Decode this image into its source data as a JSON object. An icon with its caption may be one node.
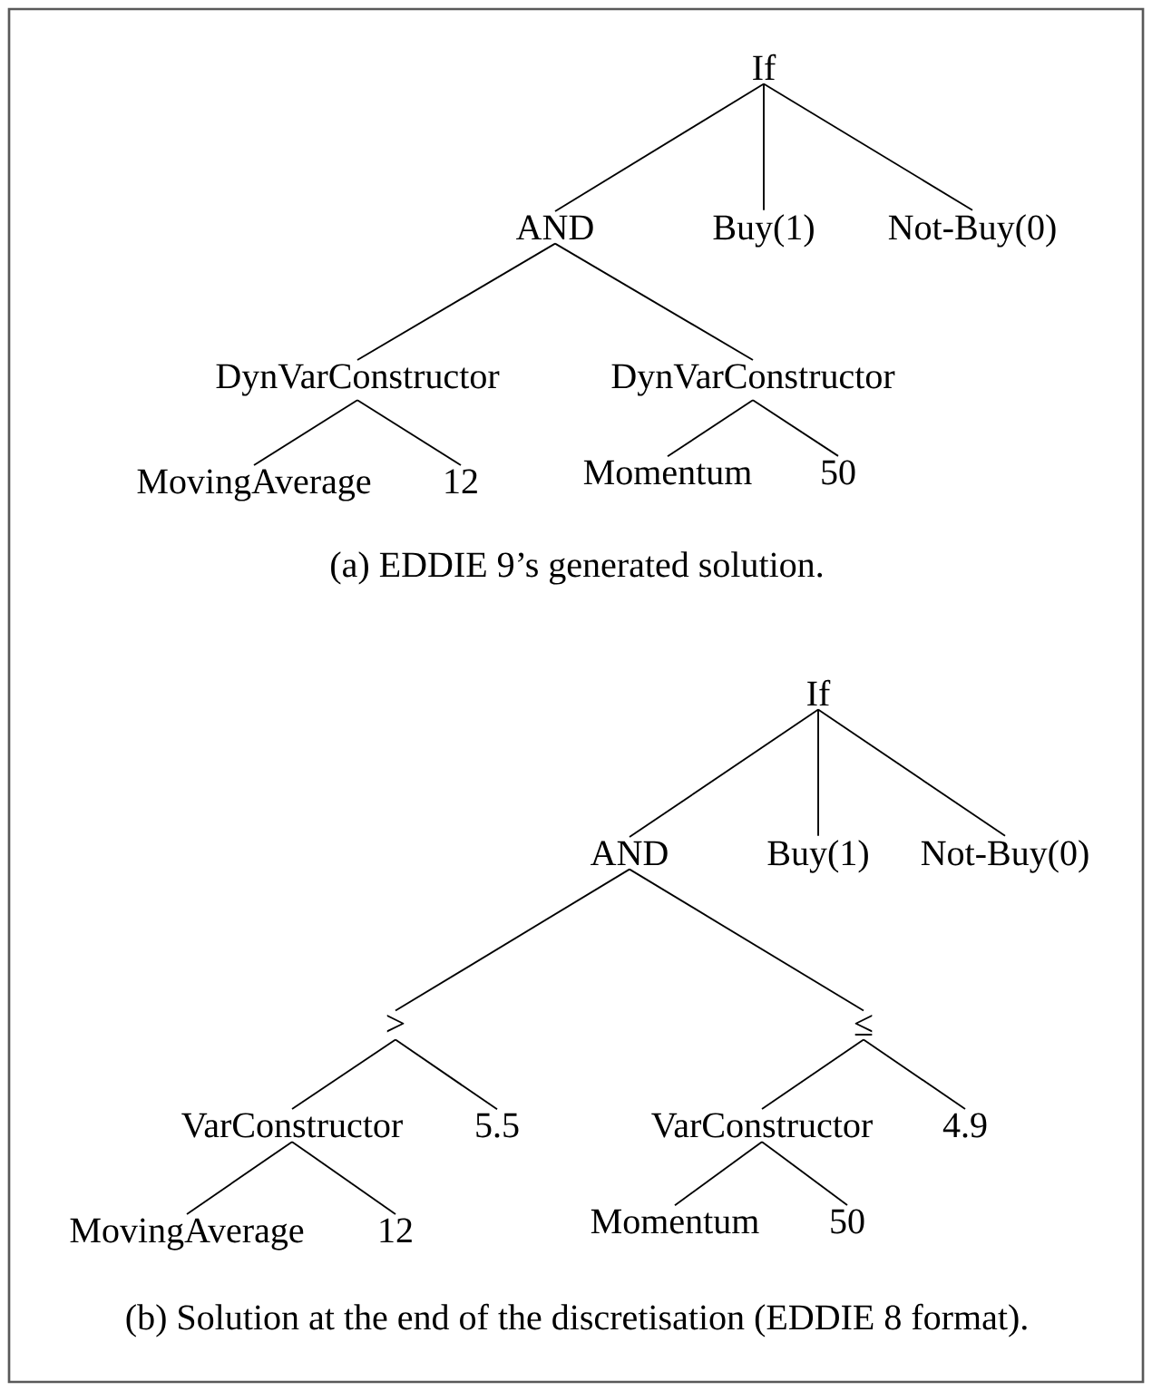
{
  "diagram": {
    "nodes": [
      {
        "text": [
          "If"
        ]
      },
      {
        "text": [
          "AND"
        ]
      },
      {
        "text": [
          "Buy(1)"
        ]
      },
      {
        "text": [
          "Not-Buy(0)"
        ]
      },
      {
        "text": [
          "DynVarConstructor"
        ]
      },
      {
        "text": [
          "DynVarConstructor"
        ]
      },
      {
        "text": [
          "MovingAverage"
        ]
      },
      {
        "text": [
          "12"
        ]
      },
      {
        "text": [
          "Momentum"
        ]
      },
      {
        "text": [
          "50"
        ]
      },
      {
        "text": [
          "If"
        ]
      },
      {
        "text": [
          "AND"
        ]
      },
      {
        "text": [
          "Buy(1)"
        ]
      },
      {
        "text": [
          "Not-Buy(0)"
        ]
      },
      {
        "text": [
          ">"
        ]
      },
      {
        "text": [
          "≤"
        ]
      },
      {
        "text": [
          "VarConstructor"
        ]
      },
      {
        "text": [
          "5.5"
        ]
      },
      {
        "text": [
          "VarConstructor"
        ]
      },
      {
        "text": [
          "4.9"
        ]
      },
      {
        "text": [
          "MovingAverage"
        ]
      },
      {
        "text": [
          "12"
        ]
      },
      {
        "text": [
          "Momentum"
        ]
      },
      {
        "text": [
          "50"
        ]
      }
    ],
    "edges": [
      {
        "from": 0,
        "to": 1,
        "arrow": "none"
      },
      {
        "from": 0,
        "to": 2,
        "arrow": "none"
      },
      {
        "from": 0,
        "to": 3,
        "arrow": "none"
      },
      {
        "from": 1,
        "to": 4,
        "arrow": "none"
      },
      {
        "from": 1,
        "to": 5,
        "arrow": "none"
      },
      {
        "from": 4,
        "to": 6,
        "arrow": "none"
      },
      {
        "from": 4,
        "to": 7,
        "arrow": "none"
      },
      {
        "from": 5,
        "to": 8,
        "arrow": "none"
      },
      {
        "from": 5,
        "to": 9,
        "arrow": "none"
      },
      {
        "from": 10,
        "to": 11,
        "arrow": "none"
      },
      {
        "from": 10,
        "to": 12,
        "arrow": "none"
      },
      {
        "from": 10,
        "to": 13,
        "arrow": "none"
      },
      {
        "from": 11,
        "to": 14,
        "arrow": "none"
      },
      {
        "from": 11,
        "to": 15,
        "arrow": "none"
      },
      {
        "from": 14,
        "to": 16,
        "arrow": "none"
      },
      {
        "from": 14,
        "to": 17,
        "arrow": "none"
      },
      {
        "from": 15,
        "to": 18,
        "arrow": "none"
      },
      {
        "from": 15,
        "to": 19,
        "arrow": "none"
      },
      {
        "from": 16,
        "to": 20,
        "arrow": "none"
      },
      {
        "from": 16,
        "to": 21,
        "arrow": "none"
      },
      {
        "from": 18,
        "to": 22,
        "arrow": "none"
      },
      {
        "from": 18,
        "to": 23,
        "arrow": "none"
      }
    ],
    "labels": [
      "(a) EDDIE 9’s generated solution.",
      "(b) Solution at the end of the discretisation (EDDIE 8 format)."
    ]
  }
}
